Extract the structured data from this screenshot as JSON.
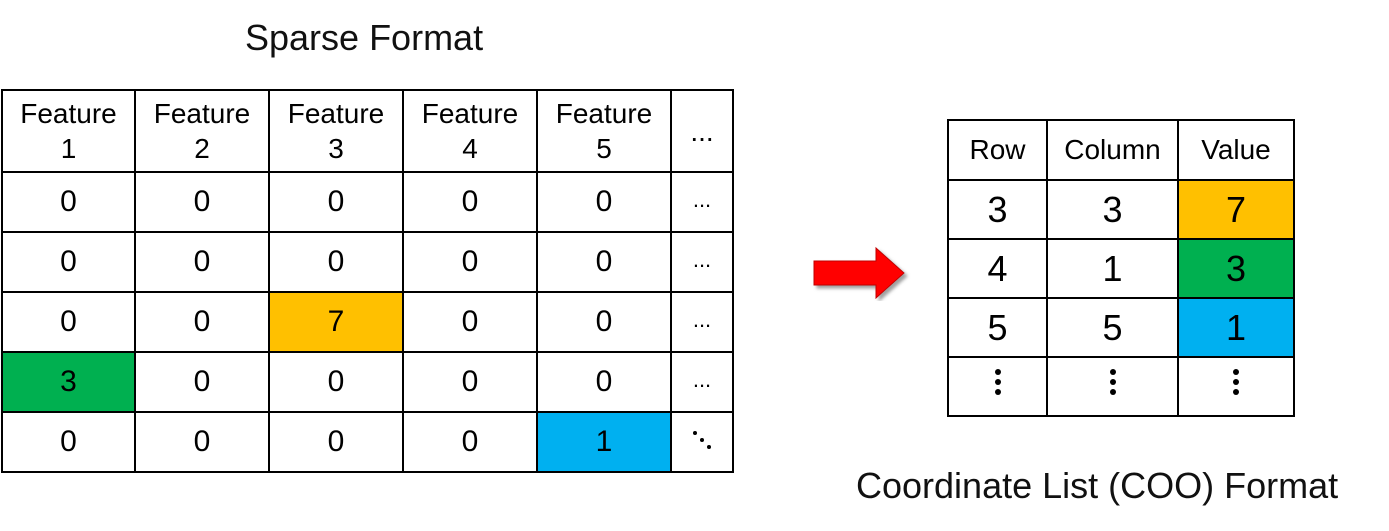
{
  "sparse": {
    "title": "Sparse Format",
    "headers": [
      [
        "Feature",
        "1"
      ],
      [
        "Feature",
        "2"
      ],
      [
        "Feature",
        "3"
      ],
      [
        "Feature",
        "4"
      ],
      [
        "Feature",
        "5"
      ],
      [
        "..."
      ]
    ],
    "rows": [
      [
        "0",
        "0",
        "0",
        "0",
        "0",
        "..."
      ],
      [
        "0",
        "0",
        "0",
        "0",
        "0",
        "..."
      ],
      [
        "0",
        "0",
        "7",
        "0",
        "0",
        "..."
      ],
      [
        "3",
        "0",
        "0",
        "0",
        "0",
        "..."
      ],
      [
        "0",
        "0",
        "0",
        "0",
        "1",
        "⋱"
      ]
    ],
    "highlights": [
      {
        "row": 2,
        "col": 2,
        "color": "#ffc000"
      },
      {
        "row": 3,
        "col": 0,
        "color": "#00b050"
      },
      {
        "row": 4,
        "col": 4,
        "color": "#00b0f0"
      }
    ]
  },
  "coo": {
    "title": "Coordinate List (COO) Format",
    "headers": [
      "Row",
      "Column",
      "Value"
    ],
    "rows": [
      [
        "3",
        "3",
        "7"
      ],
      [
        "4",
        "1",
        "3"
      ],
      [
        "5",
        "5",
        "1"
      ],
      [
        "⋮",
        "⋮",
        "⋮"
      ]
    ],
    "value_colors": [
      "#ffc000",
      "#00b050",
      "#00b0f0"
    ]
  },
  "arrow": {
    "color": "#ff0000",
    "icon": "right-arrow-icon"
  }
}
